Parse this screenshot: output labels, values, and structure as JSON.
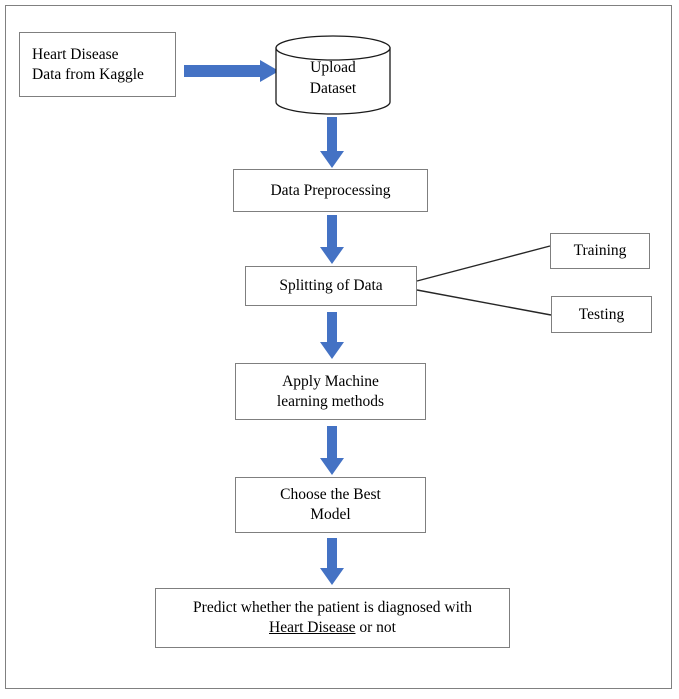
{
  "diagram": {
    "title": "Heart Disease Prediction Workflow Flowchart",
    "accent_color": "#4472C4",
    "box_border_color": "#7F7F7F",
    "frame_border_color": "#808080",
    "text_color": "#000000",
    "nodes": {
      "source": {
        "label": "Heart Disease\nData from Kaggle",
        "shape": "rectangle"
      },
      "upload": {
        "label": "Upload\nDataset",
        "shape": "cylinder"
      },
      "preprocessing": {
        "label": "Data Preprocessing",
        "shape": "rectangle"
      },
      "splitting": {
        "label": "Splitting of Data",
        "shape": "rectangle"
      },
      "training": {
        "label": "Training",
        "shape": "rectangle"
      },
      "testing": {
        "label": "Testing",
        "shape": "rectangle"
      },
      "apply_ml": {
        "label": "Apply Machine\nlearning methods",
        "shape": "rectangle"
      },
      "choose_model": {
        "label": "Choose the Best\nModel",
        "shape": "rectangle"
      },
      "predict": {
        "line1": "Predict whether the patient is diagnosed with",
        "line2_underlined": "Heart Disease",
        "line2_rest": " or not",
        "shape": "rectangle"
      }
    },
    "connectors": [
      {
        "name": "source-to-upload",
        "type": "arrow",
        "direction": "right"
      },
      {
        "name": "upload-to-preprocessing",
        "type": "arrow",
        "direction": "down"
      },
      {
        "name": "preprocessing-to-splitting",
        "type": "arrow",
        "direction": "down"
      },
      {
        "name": "splitting-to-training",
        "type": "line",
        "direction": "up-right"
      },
      {
        "name": "splitting-to-testing",
        "type": "line",
        "direction": "down-right"
      },
      {
        "name": "splitting-to-apply-ml",
        "type": "arrow",
        "direction": "down"
      },
      {
        "name": "apply-ml-to-choose-model",
        "type": "arrow",
        "direction": "down"
      },
      {
        "name": "choose-model-to-predict",
        "type": "arrow",
        "direction": "down"
      }
    ]
  }
}
